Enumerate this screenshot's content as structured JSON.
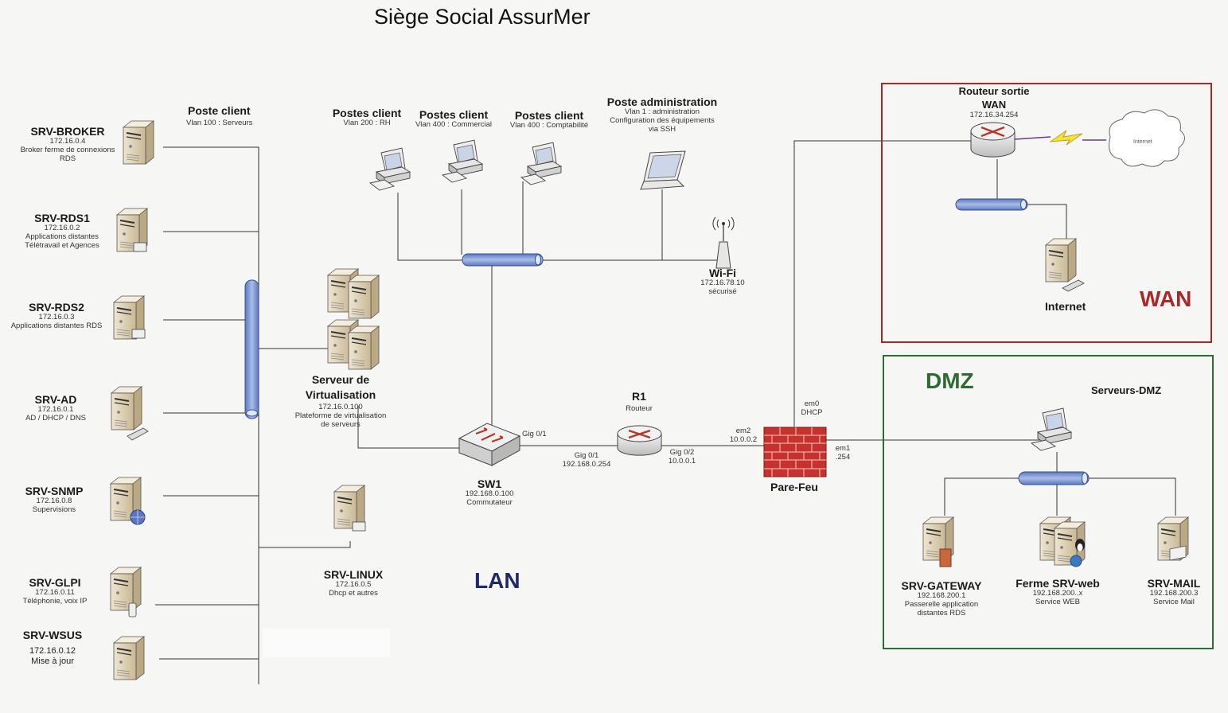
{
  "title": "Siège Social AssurMer",
  "zones": {
    "lan": "LAN",
    "wan": "WAN",
    "dmz": "DMZ"
  },
  "colors": {
    "wan": "#a92828",
    "dmz": "#2e6b34",
    "lan": "#1c2a6b",
    "bus": "#7e9ad6",
    "firewall": "#c8322e",
    "line": "#333333"
  },
  "server_group": {
    "title": "Poste client",
    "vlan": "Vlan 100 : Serveurs"
  },
  "servers": [
    {
      "name": "SRV-BROKER",
      "ip": "172.16.0.4",
      "desc": [
        "Broker ferme de connexions",
        "RDS"
      ],
      "icon": "server-icon"
    },
    {
      "name": "SRV-RDS1",
      "ip": "172.16.0.2",
      "desc": [
        "Applications distantes",
        "Télétravail et Agences"
      ],
      "icon": "server-terminal-icon"
    },
    {
      "name": "SRV-RDS2",
      "ip": "172.16.0.3",
      "desc": [
        "Applications distantes RDS"
      ],
      "icon": "server-terminal-icon"
    },
    {
      "name": "SRV-AD",
      "ip": "172.16.0.1",
      "desc": [
        "AD / DHCP / DNS"
      ],
      "icon": "server-keyboard-icon"
    },
    {
      "name": "SRV-SNMP",
      "ip": "172.16.0.8",
      "desc": [
        "Supervisions"
      ],
      "icon": "server-globe-icon"
    },
    {
      "name": "SRV-GLPI",
      "ip": "172.16.0.11",
      "desc": [
        "Téléphonie, voix IP"
      ],
      "icon": "server-phone-icon"
    },
    {
      "name": "SRV-WSUS",
      "ip": "172.16.0.12",
      "desc": [
        "Mise à jour"
      ],
      "icon": "server-icon"
    }
  ],
  "virtualization": {
    "name_line1": "Serveur de",
    "name_line2": "Virtualisation",
    "ip": "172.16.0.100",
    "desc": [
      "Plateforme de virtualisation",
      "de serveurs"
    ]
  },
  "linux": {
    "name": "SRV-LINUX",
    "ip": "172.16.0.5",
    "desc": "Dhcp et autres"
  },
  "clients": [
    {
      "title": "Postes client",
      "vlan": "Vlan 200 : RH"
    },
    {
      "title": "Postes client",
      "vlan": "Vlan 400 : Commercial"
    },
    {
      "title": "Postes client",
      "vlan": "Vlan 400 : Comptabilité"
    }
  ],
  "admin": {
    "title": "Poste administration",
    "lines": [
      "Vlan 1 : administration",
      "Configuration des équipements",
      "via SSH"
    ]
  },
  "wifi": {
    "name": "Wi-Fi",
    "ip": "172.16.78.10",
    "desc": "sécurisé"
  },
  "switch": {
    "name": "SW1",
    "ip": "192.168.0.100",
    "desc": "Commutateur",
    "port": "Gig 0/1"
  },
  "router": {
    "name": "R1",
    "desc": "Routeur",
    "port_in": "Gig 0/1",
    "ip_in": "192.168.0.254",
    "port_out": "Gig 0/2",
    "ip_out": "10.0.0.1"
  },
  "firewall": {
    "name": "Pare-Feu",
    "em0": "em0",
    "em0_val": "DHCP",
    "em1": "em1",
    "em1_val": ".254",
    "em2": "em2",
    "em2_val": "10.0.0.2"
  },
  "wan": {
    "router_line1": "Routeur sortie",
    "router_line2": "WAN",
    "router_ip": "172.16.34.254",
    "cloud": "Internet",
    "server": "Internet"
  },
  "dmz": {
    "title": "Serveurs-DMZ",
    "servers": [
      {
        "name": "SRV-GATEWAY",
        "ip": "192.168.200.1",
        "desc": [
          "Passerelle application",
          "distantes RDS"
        ]
      },
      {
        "name": "Ferme SRV-web",
        "ip": "192.168.200..x",
        "desc": [
          "Service WEB"
        ]
      },
      {
        "name": "SRV-MAIL",
        "ip": "192.168.200.3",
        "desc": [
          "Service Mail"
        ]
      }
    ]
  }
}
